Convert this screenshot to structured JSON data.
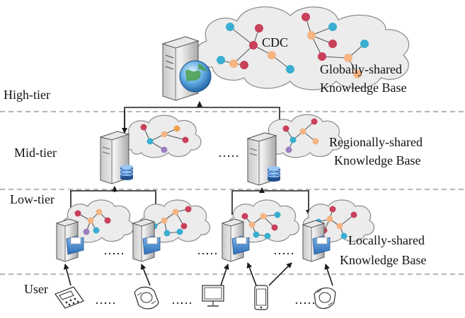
{
  "tiers": {
    "high": "High-tier",
    "mid": "Mid-tier",
    "low": "Low-tier",
    "user": "User"
  },
  "knowledge_bases": {
    "global_line1": "Globally-shared",
    "global_line2": "Knowledge Base",
    "regional_line1": "Regionally-shared",
    "regional_line2": "Knowledge Base",
    "local_line1": "Locally-shared",
    "local_line2": "Knowledge Base"
  },
  "cdc_label": "CDC",
  "ellipsis": "…",
  "node_colors": {
    "red": "#c8405a",
    "teal": "#3aaed0",
    "peach": "#f5b482",
    "purple": "#9a7fc0",
    "orange": "#f0a050"
  },
  "icons": {
    "cdc_server": "server-with-globe-icon",
    "regional_server": "server-with-database-icon",
    "local_server": "server-with-folder-icon",
    "user_devices": [
      "calculator-icon",
      "smartwatch-icon",
      "desktop-monitor-icon",
      "smartphone-icon",
      "smartwatch-icon"
    ]
  }
}
